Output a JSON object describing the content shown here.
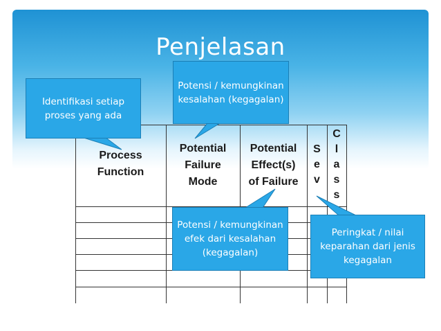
{
  "slide": {
    "title": "Penjelasan"
  },
  "table": {
    "headers": {
      "process_function": [
        "Process",
        "Function"
      ],
      "potential_failure_mode": [
        "Potential",
        "Failure",
        "Mode"
      ],
      "potential_effects": [
        "Potential",
        "Effect(s)",
        "of Failure"
      ],
      "sev": [
        "S",
        "e",
        "v"
      ],
      "class": [
        "C",
        "l",
        "a",
        "s",
        "s"
      ]
    }
  },
  "callouts": {
    "process": [
      "Identifikasi setiap",
      "proses yang ada"
    ],
    "failure_mode": [
      "Potensi / kemungkinan",
      "kesalahan (kegagalan)"
    ],
    "effects": [
      "Potensi / kemungkinan",
      "efek dari kesalahan",
      "(kegagalan)"
    ],
    "severity": [
      "Peringkat / nilai",
      "keparahan dari jenis",
      "kegagalan"
    ]
  },
  "colors": {
    "callout_fill": "#2aa7e7",
    "band_top": "#1f92d4",
    "title_text": "#ffffff"
  }
}
